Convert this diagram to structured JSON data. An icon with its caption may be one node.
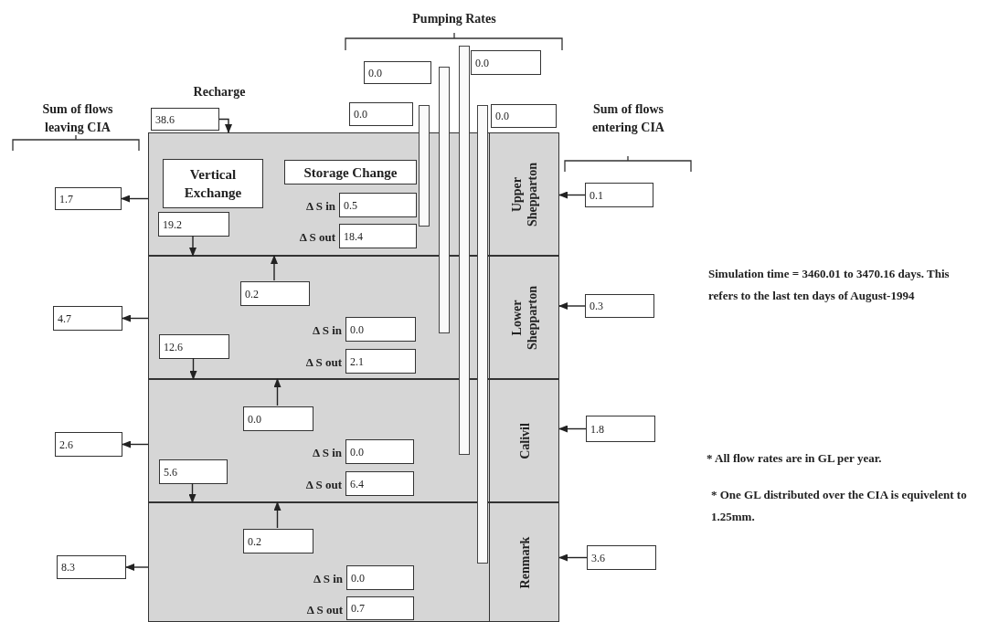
{
  "diagram": {
    "nodes": [
      {
        "text": [
          "Upper Shepparton"
        ]
      },
      {
        "text": [
          "Vertical Exchange"
        ],
        "in": 0
      },
      {
        "text": [
          "Storage Change"
        ],
        "in": 0
      },
      {
        "text": [
          "0.5"
        ],
        "in": 0,
        "beside": [
          "Δ S in"
        ]
      },
      {
        "text": [
          "18.4"
        ],
        "in": 0,
        "beside": [
          "Δ S out"
        ]
      },
      {
        "text": [
          "19.2"
        ],
        "in": 0
      },
      {
        "text": [
          "Lower Shepparton"
        ]
      },
      {
        "text": [
          "0.2"
        ],
        "in": 6
      },
      {
        "text": [
          "0.0"
        ],
        "in": 6,
        "beside": [
          "Δ S in"
        ]
      },
      {
        "text": [
          "2.1"
        ],
        "in": 6,
        "beside": [
          "Δ S out"
        ]
      },
      {
        "text": [
          "12.6"
        ],
        "in": 6
      },
      {
        "text": [
          "Calivil"
        ]
      },
      {
        "text": [
          "0.0"
        ],
        "in": 11
      },
      {
        "text": [
          "0.0"
        ],
        "in": 11,
        "beside": [
          "Δ S in"
        ]
      },
      {
        "text": [
          "6.4"
        ],
        "in": 11,
        "beside": [
          "Δ S out"
        ]
      },
      {
        "text": [
          "5.6"
        ],
        "in": 11
      },
      {
        "text": [
          "Renmark"
        ]
      },
      {
        "text": [
          "0.2"
        ],
        "in": 16
      },
      {
        "text": [
          "0.0"
        ],
        "in": 16,
        "beside": [
          "Δ S in"
        ]
      },
      {
        "text": [
          "0.7"
        ],
        "in": 16,
        "beside": [
          "Δ S out"
        ]
      },
      {
        "text": [
          "38.6"
        ]
      },
      {
        "text": [
          "0.0"
        ]
      },
      {
        "text": [
          "0.0"
        ]
      },
      {
        "text": [
          "0.0"
        ]
      },
      {
        "text": [
          "0.0"
        ]
      },
      {
        "text": [
          "1.7"
        ]
      },
      {
        "text": [
          "4.7"
        ]
      },
      {
        "text": [
          "2.6"
        ]
      },
      {
        "text": [
          "8.3"
        ]
      },
      {
        "text": [
          "0.1"
        ]
      },
      {
        "text": [
          "0.3"
        ]
      },
      {
        "text": [
          "1.8"
        ]
      },
      {
        "text": [
          "3.6"
        ]
      },
      {
        "text": [],
        "shape": "bar"
      },
      {
        "text": [],
        "shape": "bar"
      },
      {
        "text": [],
        "shape": "bar"
      },
      {
        "text": [],
        "shape": "bar"
      }
    ],
    "edges": [
      {
        "from": 20,
        "to": 0,
        "arrow": "to"
      },
      {
        "from": 0,
        "to": 25,
        "arrow": "to"
      },
      {
        "from": 6,
        "to": 26,
        "arrow": "to"
      },
      {
        "from": 11,
        "to": 27,
        "arrow": "to"
      },
      {
        "from": 16,
        "to": 28,
        "arrow": "to"
      },
      {
        "from": 29,
        "to": 0,
        "arrow": "to"
      },
      {
        "from": 30,
        "to": 6,
        "arrow": "to"
      },
      {
        "from": 31,
        "to": 11,
        "arrow": "to"
      },
      {
        "from": 32,
        "to": 16,
        "arrow": "to"
      },
      {
        "from": 5,
        "to": 6,
        "arrow": "to"
      },
      {
        "from": 7,
        "to": 0,
        "arrow": "to"
      },
      {
        "from": 10,
        "to": 11,
        "arrow": "to"
      },
      {
        "from": 12,
        "to": 6,
        "arrow": "to"
      },
      {
        "from": 15,
        "to": 16,
        "arrow": "to"
      },
      {
        "from": 17,
        "to": 11,
        "arrow": "to"
      }
    ],
    "labels": [
      "Pumping Rates",
      "Recharge",
      "Sum of flows leaving CIA",
      "Sum of flows entering CIA",
      "Simulation time = 3460.01 to 3470.16 days. This refers to the last ten days of August-1994",
      "* All flow rates are in GL per year.",
      "* One GL distributed over the CIA is equivelent to 1.25mm."
    ]
  }
}
